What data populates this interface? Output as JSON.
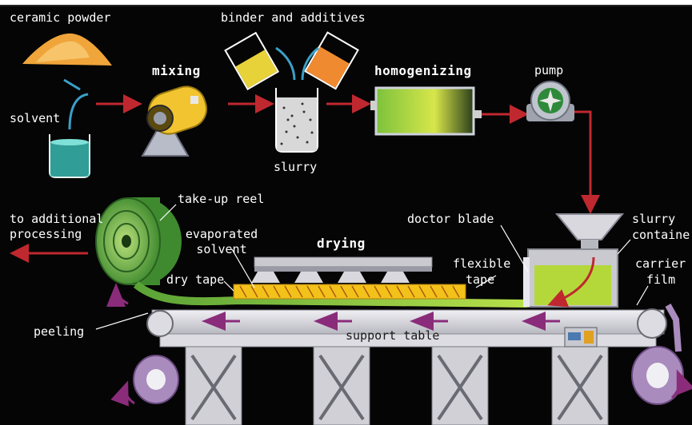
{
  "labels": {
    "ceramic_powder": "ceramic powder",
    "binder_additives": "binder and additives",
    "mixing": "mixing",
    "homogenizing": "homogenizing",
    "pump": "pump",
    "solvent": "solvent",
    "slurry": "slurry",
    "take_up_reel": "take-up reel",
    "to_additional_line1": "to additional",
    "to_additional_line2": "processing",
    "evaporated_line1": "evaporated",
    "evaporated_line2": "solvent",
    "drying": "drying",
    "doctor_blade": "doctor blade",
    "slurry_container_line1": "slurry",
    "slurry_container_line2": "containe",
    "flexible_line1": "flexible",
    "flexible_line2": "tape",
    "carrier_line1": "carrier",
    "carrier_line2": "film",
    "dry_tape": "dry tape",
    "peeling": "peeling",
    "support_table": "support table"
  },
  "colors": {
    "background": "#050505",
    "flow_arrow": "#c0282f",
    "label_text": "#ffffff",
    "tape_green": "#7cc23c",
    "table_grey": "#c9c9cf",
    "belt_purple": "#a98bbd",
    "dryer_yellow": "#f2c21a"
  },
  "icons": [
    "powder-pile-icon",
    "beaker-icon",
    "ball-mill-icon",
    "pouring-beakers-icon",
    "homogenizer-tank-icon",
    "pump-icon",
    "reel-icon",
    "dryer-heater-icon",
    "hopper-icon",
    "control-panel-icon"
  ]
}
